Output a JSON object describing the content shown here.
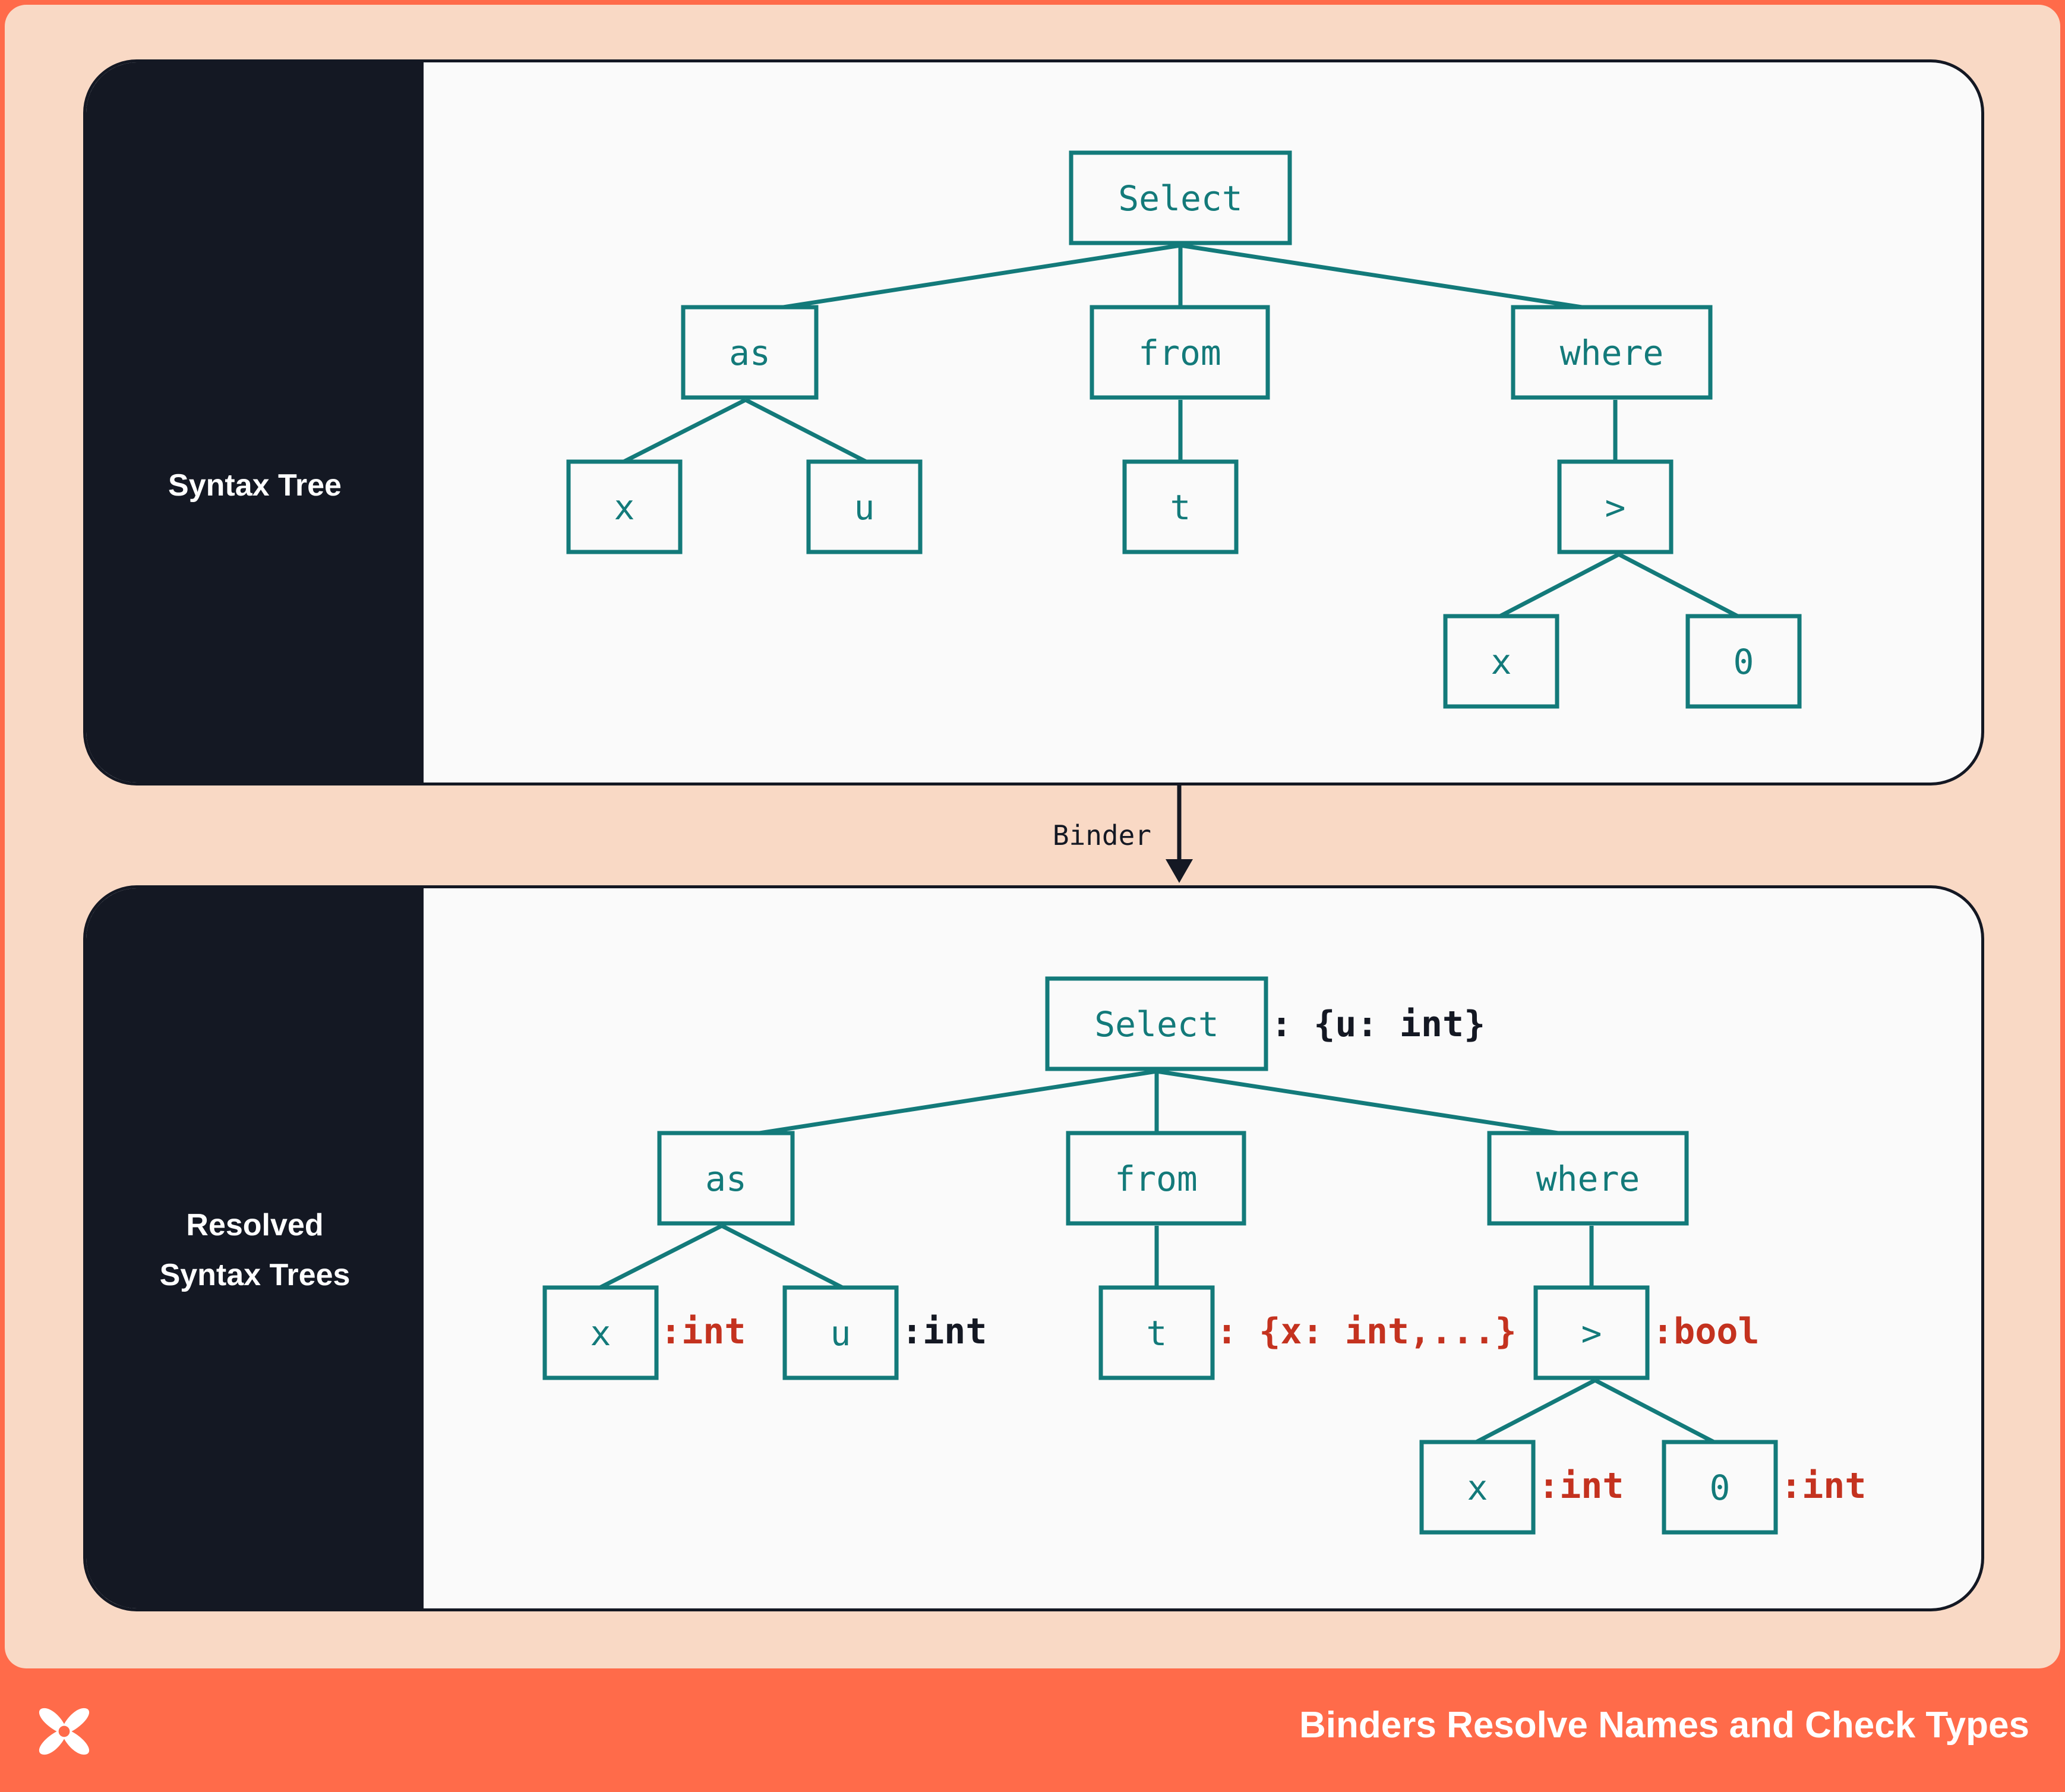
{
  "top_panel": {
    "label": "Syntax Tree",
    "nodes": {
      "select": "Select",
      "as": "as",
      "from": "from",
      "where": "where",
      "x": "x",
      "u": "u",
      "t": "t",
      "gt": ">",
      "x2": "x",
      "zero": "0"
    }
  },
  "binder_label": "Binder",
  "bottom_panel": {
    "label_line1": "Resolved",
    "label_line2": "Syntax Trees",
    "nodes": {
      "select": "Select",
      "as": "as",
      "from": "from",
      "where": "where",
      "x": "x",
      "u": "u",
      "t": "t",
      "gt": ">",
      "x2": "x",
      "zero": "0"
    },
    "annotations": {
      "select": ": {u: int}",
      "x": ":int",
      "u": ":int",
      "t": ": {x: int,...}",
      "gt": ":bool",
      "x2": ":int",
      "zero": ":int"
    }
  },
  "footer": {
    "title": "Binders Resolve Names and Check Types",
    "logo_icon": "x-logo-icon"
  },
  "colors": {
    "node_stroke": "#137a7a",
    "annotation_red": "#c4321f",
    "sidebar": "#141823",
    "background": "#f9d9c5",
    "footer": "#ff6b4a"
  }
}
